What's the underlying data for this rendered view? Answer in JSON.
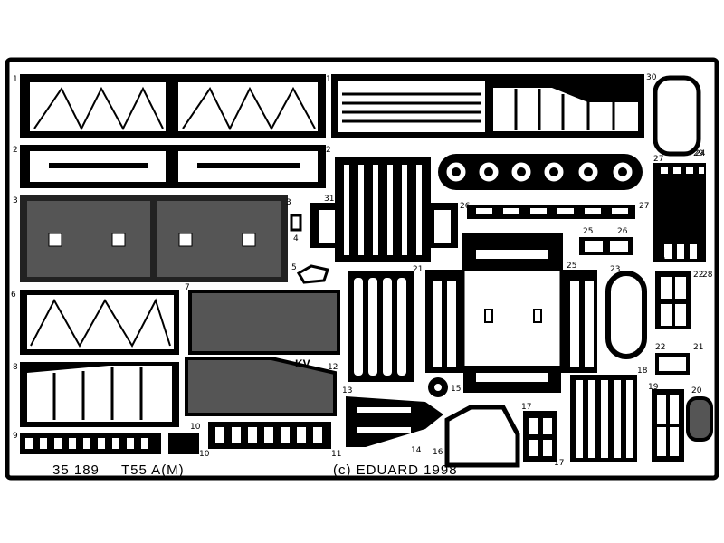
{
  "footer": {
    "code": "35 189",
    "model": "T55 A(M)",
    "copyright": "(c) EDUARD 1998"
  },
  "markings": {
    "kv": "KV"
  },
  "part_numbers": [
    "1",
    "1",
    "2",
    "2",
    "3",
    "3",
    "4",
    "5",
    "6",
    "7",
    "8",
    "9",
    "10",
    "10",
    "11",
    "12",
    "13",
    "14",
    "15",
    "16",
    "17",
    "17",
    "18",
    "19",
    "20",
    "21",
    "21",
    "22",
    "22",
    "23",
    "23",
    "24",
    "25",
    "25",
    "26",
    "26",
    "27",
    "27",
    "28",
    "29",
    "30",
    "31"
  ]
}
